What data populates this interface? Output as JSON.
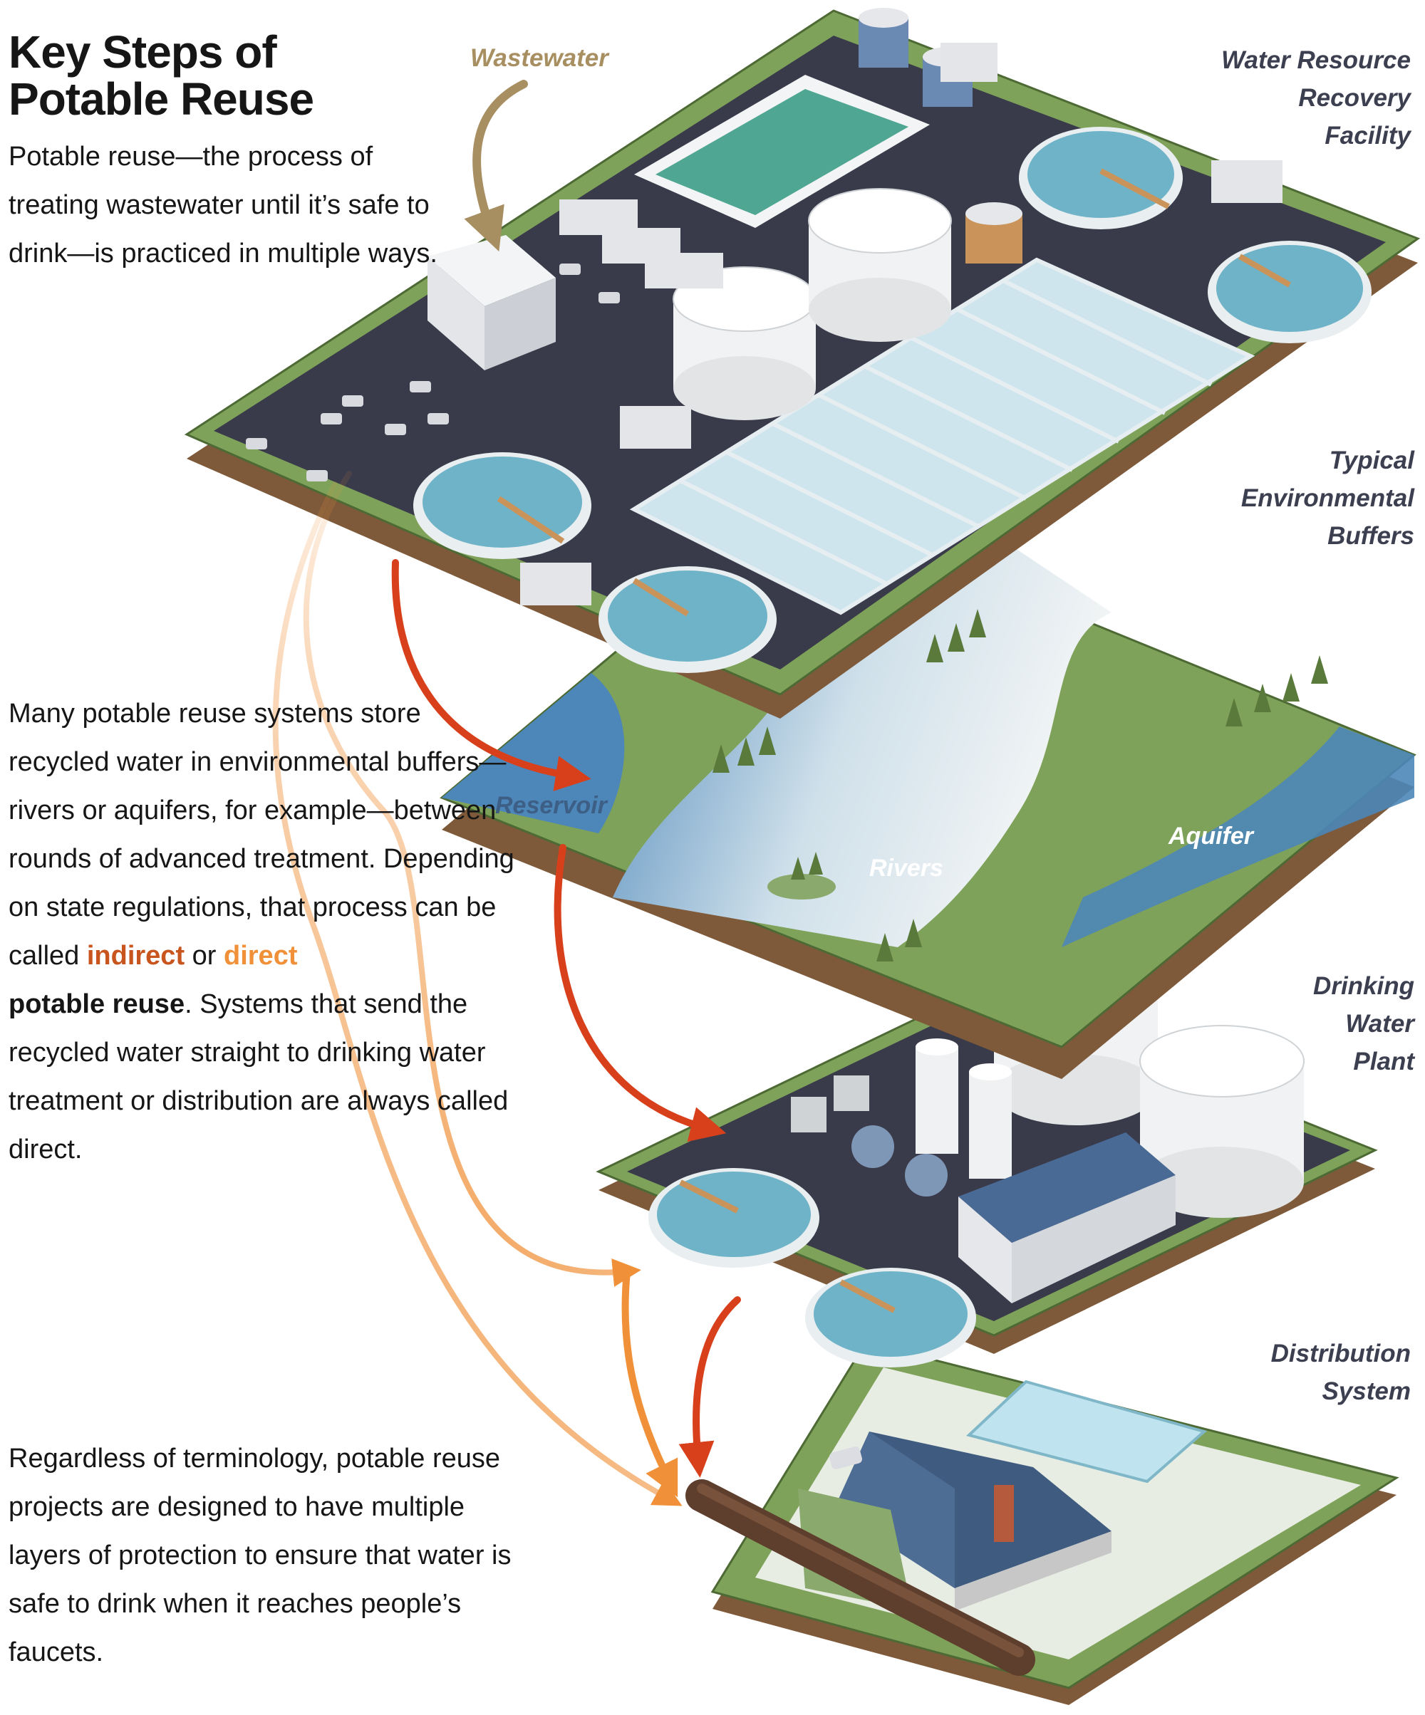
{
  "title": "Key Steps of Potable Reuse",
  "intro": "Potable reuse—the process of treating wastewater until it’s safe to drink—is practiced in multiple ways.",
  "middle": {
    "part1": "Many potable reuse systems store recycled water in environmental buffers—rivers or aquifers, for example—between rounds of advanced treatment. Depending on state regulations, that process can be called ",
    "indirect": "indirect",
    "or": " or ",
    "direct": "direct",
    "bold": "potable reuse",
    "part2": ". Systems that send the recycled water straight to drinking water treatment or distribution are always called direct."
  },
  "closing": "Regardless of terminology, potable reuse projects are designed to have multiple layers of protection to ensure that water is safe to drink when it reaches people’s faucets.",
  "labels": {
    "wastewater": "Wastewater",
    "wrrf": [
      "Water Resource",
      "Recovery",
      "Facility"
    ],
    "buffers": [
      "Typical",
      "Environmental",
      "Buffers"
    ],
    "reservoir": "Reservoir",
    "rivers": "Rivers",
    "aquifer": "Aquifer",
    "plant": [
      "Drinking",
      "Water",
      "Plant"
    ],
    "distribution": [
      "Distribution",
      "System"
    ]
  },
  "colors": {
    "indirect": "#c8541e",
    "direct": "#f0913a",
    "arrow_red": "#d8401c",
    "arrow_orange": "#f0913a",
    "label": "#3c3f4f",
    "wastewater_label": "#a88f62",
    "water": "#4d86b8",
    "grass": "#7fa25a",
    "asphalt": "#3a3b4a"
  }
}
